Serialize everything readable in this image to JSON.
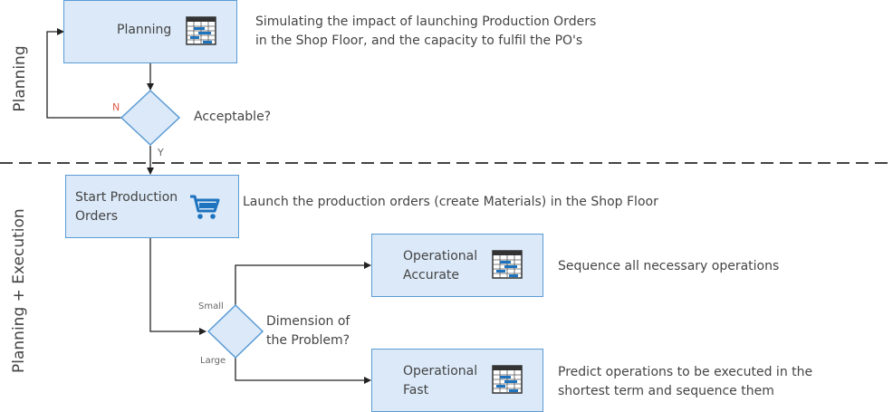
{
  "lanes": {
    "planning": "Planning",
    "planning_execution": "Planning + Execution"
  },
  "nodes": {
    "planning": {
      "label": "Planning",
      "icon": "schedule-grid-icon",
      "description_line1": "Simulating the impact of launching Production Orders",
      "description_line2": "in the Shop Floor, and the capacity to fulfil the PO's"
    },
    "acceptable": {
      "label": "Acceptable?",
      "no_label": "N",
      "yes_label": "Y"
    },
    "start_orders": {
      "label_line1": "Start Production",
      "label_line2": "Orders",
      "icon": "shopping-cart-icon",
      "description": "Launch the production orders (create Materials) in the Shop Floor"
    },
    "dimension": {
      "label_line1": "Dimension of",
      "label_line2": "the Problem?",
      "small_label": "Small",
      "large_label": "Large"
    },
    "op_accurate": {
      "label_line1": "Operational",
      "label_line2": "Accurate",
      "icon": "schedule-grid-icon",
      "description": "Sequence all necessary operations"
    },
    "op_fast": {
      "label_line1": "Operational",
      "label_line2": "Fast",
      "icon": "schedule-grid-icon",
      "description_line1": "Predict operations to be executed in the",
      "description_line2": "shortest term and sequence them"
    }
  },
  "colors": {
    "box_fill": "#dbe9f8",
    "box_border": "#5b9bd5",
    "no_branch": "#e05a4a",
    "icon_blue": "#1e73be"
  }
}
